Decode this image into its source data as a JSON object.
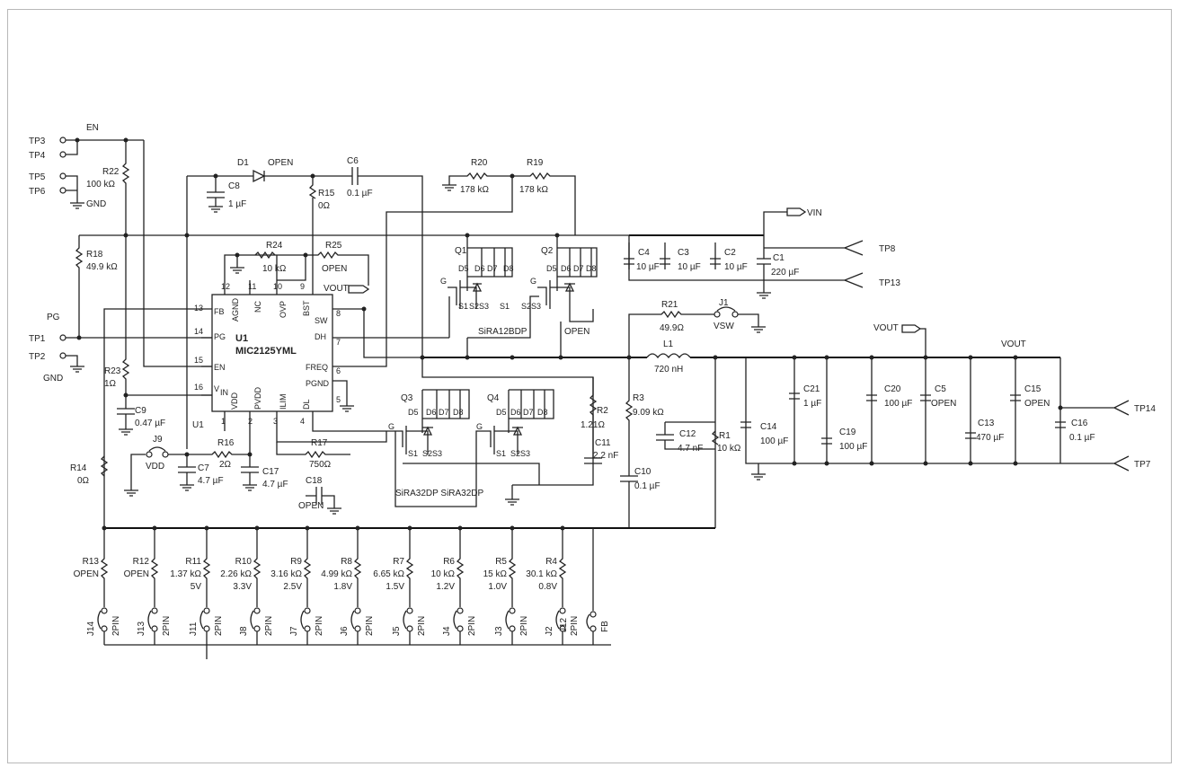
{
  "ic": {
    "ref": "U1",
    "part": "MIC2125YML",
    "unit_label": "U1",
    "pins": [
      {
        "num": "13",
        "name": "FB"
      },
      {
        "num": "14",
        "name": "PG"
      },
      {
        "num": "15",
        "name": "EN"
      },
      {
        "num": "16",
        "name": "VIN"
      },
      {
        "num": "12",
        "name": "AGND"
      },
      {
        "num": "11",
        "name": "NC"
      },
      {
        "num": "10",
        "name": "OVP"
      },
      {
        "num": "9",
        "name": "BST"
      },
      {
        "num": "8",
        "name": "SW"
      },
      {
        "num": "7",
        "name": "DH"
      },
      {
        "num": "6",
        "name": "FREQ"
      },
      {
        "num": "5",
        "name": "PGND"
      },
      {
        "num": "1",
        "name": "VDD"
      },
      {
        "num": "2",
        "name": "PVDD"
      },
      {
        "num": "3",
        "name": "ILIM"
      },
      {
        "num": "4",
        "name": "DL"
      }
    ]
  },
  "test_points": {
    "tp3": "TP3",
    "tp4": "TP4",
    "tp5": "TP5",
    "tp6": "TP6",
    "tp1": "TP1",
    "tp2": "TP2",
    "tp8": "TP8",
    "tp13": "TP13",
    "tp14": "TP14",
    "tp7": "TP7"
  },
  "nets": {
    "en": "EN",
    "pg": "PG",
    "gnd": "GND",
    "gnd2": "GND",
    "vin": "VIN",
    "vout": "VOUT",
    "vout2": "VOUT",
    "vout3": "VOUT",
    "vdd": "VDD",
    "vsw": "VSW",
    "open_q": "OPEN"
  },
  "components": {
    "d1": {
      "ref": "D1",
      "value": "OPEN"
    },
    "c6": {
      "ref": "C6",
      "value": "0.1 µF"
    },
    "c8": {
      "ref": "C8",
      "value": "1 µF"
    },
    "r15": {
      "ref": "R15",
      "value": "0Ω"
    },
    "r22": {
      "ref": "R22",
      "value": "100 kΩ"
    },
    "r18": {
      "ref": "R18",
      "value": "49.9 kΩ"
    },
    "r24": {
      "ref": "R24",
      "value": "10 kΩ"
    },
    "r25": {
      "ref": "R25",
      "value": "OPEN"
    },
    "r20": {
      "ref": "R20",
      "value": "178 kΩ"
    },
    "r19": {
      "ref": "R19",
      "value": "178 kΩ"
    },
    "r23": {
      "ref": "R23",
      "value": "1Ω"
    },
    "c9": {
      "ref": "C9",
      "value": "0.47 µF"
    },
    "r16": {
      "ref": "R16",
      "value": "2Ω"
    },
    "c7": {
      "ref": "C7",
      "value": "4.7 µF"
    },
    "c17": {
      "ref": "C17",
      "value": "4.7 µF"
    },
    "r17": {
      "ref": "R17",
      "value": "750Ω"
    },
    "c18": {
      "ref": "C18",
      "value": "OPEN"
    },
    "r14": {
      "ref": "R14",
      "value": "0Ω"
    },
    "j9": {
      "ref": "J9"
    },
    "q1": {
      "ref": "Q1"
    },
    "q2": {
      "ref": "Q2"
    },
    "q3": {
      "ref": "Q3"
    },
    "q4": {
      "ref": "Q4"
    },
    "q12_part": "SiRA12BDP",
    "q34_part": "SiRA32DP SiRA32DP",
    "c4": {
      "ref": "C4",
      "value": "10 µF"
    },
    "c3": {
      "ref": "C3",
      "value": "10 µF"
    },
    "c2": {
      "ref": "C2",
      "value": "10 µF"
    },
    "c1": {
      "ref": "C1",
      "value": "220 µF"
    },
    "r21": {
      "ref": "R21",
      "value": "49.9Ω"
    },
    "j1": {
      "ref": "J1"
    },
    "l1": {
      "ref": "L1",
      "value": "720 nH"
    },
    "r2": {
      "ref": "R2",
      "value": "1.21Ω"
    },
    "c11": {
      "ref": "C11",
      "value": "2.2 nF"
    },
    "r3": {
      "ref": "R3",
      "value": "9.09 kΩ"
    },
    "c10": {
      "ref": "C10",
      "value": "0.1 µF"
    },
    "c12": {
      "ref": "C12",
      "value": "4.7 nF"
    },
    "r1": {
      "ref": "R1",
      "value": "10 kΩ"
    },
    "c14": {
      "ref": "C14",
      "value": "100 µF"
    },
    "c21": {
      "ref": "C21",
      "value": "1 µF"
    },
    "c19": {
      "ref": "C19",
      "value": "100 µF"
    },
    "c20": {
      "ref": "C20",
      "value": "100 µF"
    },
    "c5": {
      "ref": "C5",
      "value": "OPEN"
    },
    "c13": {
      "ref": "C13",
      "value": "470 µF"
    },
    "c15": {
      "ref": "C15",
      "value": "OPEN"
    },
    "c16": {
      "ref": "C16",
      "value": "0.1 µF"
    }
  },
  "mosfet_pins": {
    "d": [
      "D5",
      "D6",
      "D7",
      "D8"
    ],
    "s": [
      "S1",
      "S2",
      "S3"
    ],
    "g": "G"
  },
  "selector": [
    {
      "ref": "R13",
      "value": "OPEN",
      "volt": "",
      "jumper": "J14",
      "pin": "2PIN"
    },
    {
      "ref": "R12",
      "value": "OPEN",
      "volt": "",
      "jumper": "J13",
      "pin": "2PIN"
    },
    {
      "ref": "R11",
      "value": "1.37 kΩ",
      "volt": "5V",
      "jumper": "J11",
      "pin": "2PIN"
    },
    {
      "ref": "R10",
      "value": "2.26 kΩ",
      "volt": "3.3V",
      "jumper": "J8",
      "pin": "2PIN"
    },
    {
      "ref": "R9",
      "value": "3.16 kΩ",
      "volt": "2.5V",
      "jumper": "J7",
      "pin": "2PIN"
    },
    {
      "ref": "R8",
      "value": "4.99 kΩ",
      "volt": "1.8V",
      "jumper": "J6",
      "pin": "2PIN"
    },
    {
      "ref": "R7",
      "value": "6.65 kΩ",
      "volt": "1.5V",
      "jumper": "J5",
      "pin": "2PIN"
    },
    {
      "ref": "R6",
      "value": "10 kΩ",
      "volt": "1.2V",
      "jumper": "J4",
      "pin": "2PIN"
    },
    {
      "ref": "R5",
      "value": "15 kΩ",
      "volt": "1.0V",
      "jumper": "J3",
      "pin": "2PIN"
    },
    {
      "ref": "R4",
      "value": "30.1 kΩ",
      "volt": "0.8V",
      "jumper": "J2",
      "pin": "2PIN"
    }
  ],
  "fb_jumper": {
    "ref": "J12",
    "pin": "FB"
  }
}
